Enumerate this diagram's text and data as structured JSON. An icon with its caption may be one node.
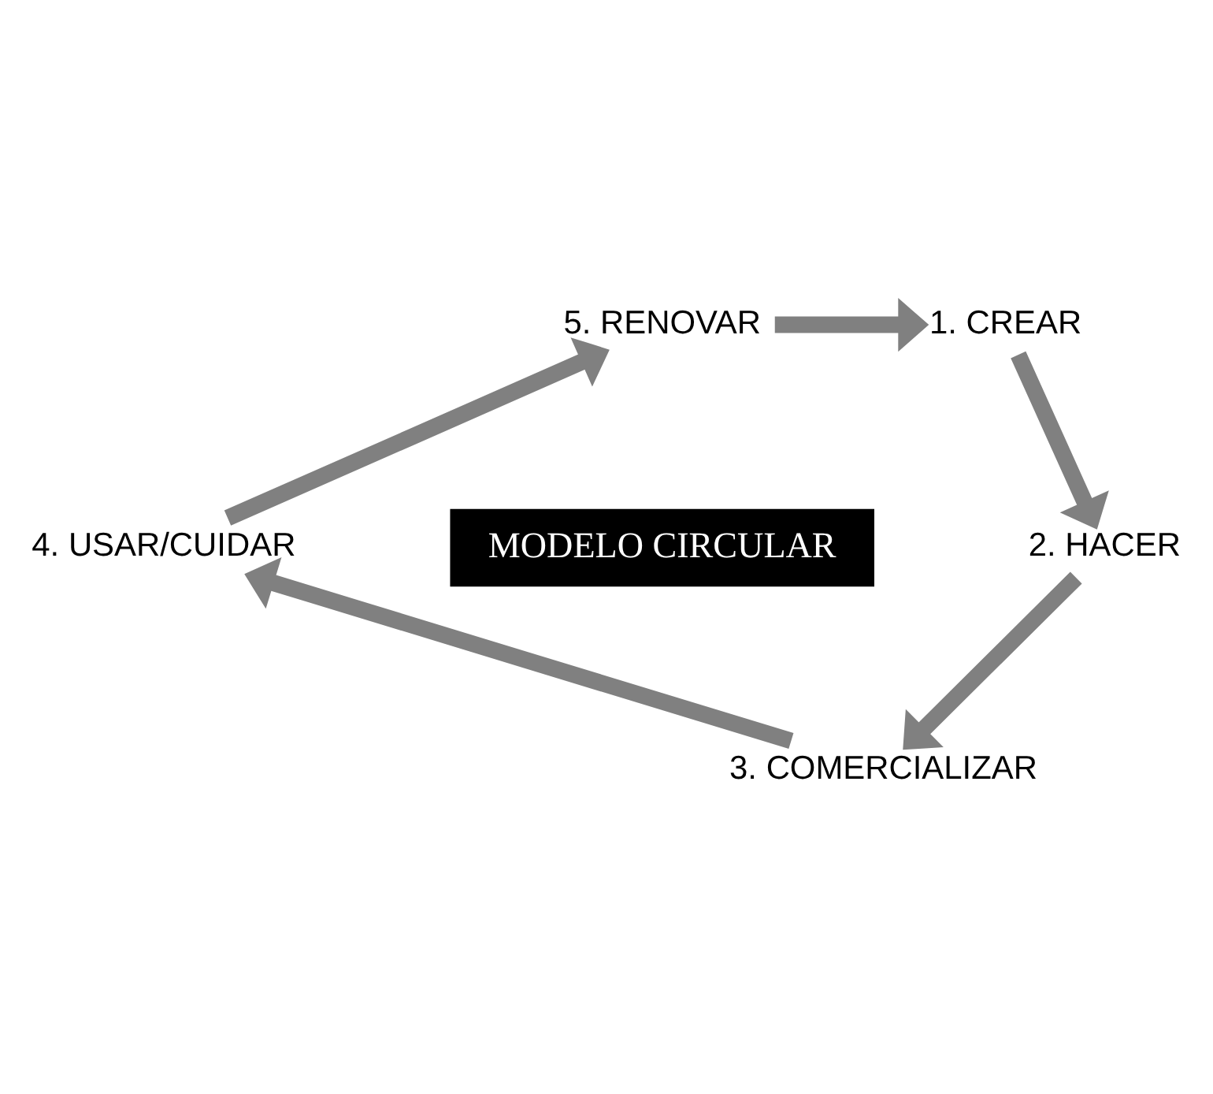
{
  "diagram": {
    "nodes": [
      {
        "text": [
          "5. RENOVAR"
        ]
      },
      {
        "text": [
          "1. CREAR"
        ]
      },
      {
        "text": [
          "MODELO CIRCULAR"
        ]
      },
      {
        "text": [
          "4. USAR/CUIDAR"
        ]
      },
      {
        "text": [
          "2. HACER"
        ]
      },
      {
        "text": [
          "3. COMERCIALIZAR"
        ]
      }
    ],
    "edges": [
      {
        "from": 0,
        "to": 1,
        "arrow": "to"
      },
      {
        "from": 1,
        "to": 4,
        "arrow": "to"
      },
      {
        "from": 4,
        "to": 5,
        "arrow": "to"
      },
      {
        "from": 5,
        "to": 3,
        "arrow": "to"
      },
      {
        "from": 3,
        "to": 0,
        "arrow": "to"
      }
    ]
  }
}
